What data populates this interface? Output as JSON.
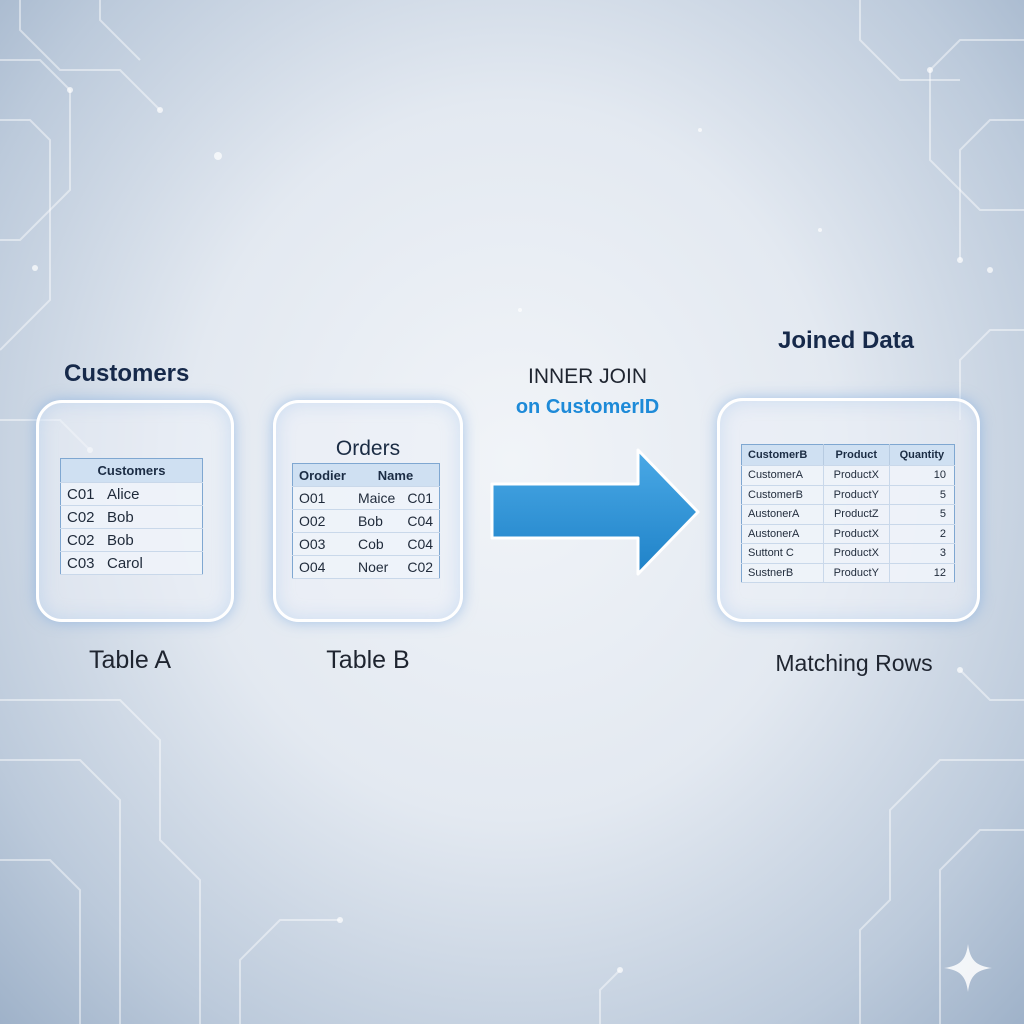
{
  "table_a": {
    "heading": "Customers",
    "header": "Customers",
    "rows": [
      {
        "id": "C01",
        "name": "Alice"
      },
      {
        "id": "C02",
        "name": "Bob"
      },
      {
        "id": "C02",
        "name": "Bob"
      },
      {
        "id": "C03",
        "name": "Carol"
      }
    ],
    "caption": "Table A"
  },
  "table_b": {
    "heading": "Orders",
    "headers": [
      "Orodier",
      "Name"
    ],
    "rows": [
      {
        "order": "O01",
        "name": "Maice",
        "cust": "C01"
      },
      {
        "order": "O02",
        "name": "Bob",
        "cust": "C04"
      },
      {
        "order": "O03",
        "name": "Cob",
        "cust": "C04"
      },
      {
        "order": "O04",
        "name": "Noer",
        "cust": "C02"
      }
    ],
    "caption": "Table B"
  },
  "join": {
    "title": "INNER JOIN",
    "condition": "on CustomerID",
    "arrow_color": "#2f97d8"
  },
  "result": {
    "heading": "Joined Data",
    "headers": [
      "CustomerB",
      "Product",
      "Quantity"
    ],
    "rows": [
      {
        "customer": "CustomerA",
        "product": "ProductX",
        "qty": "10"
      },
      {
        "customer": "CustomerB",
        "product": "ProductY",
        "qty": "5"
      },
      {
        "customer": "AustonerA",
        "product": "ProductZ",
        "qty": "5"
      },
      {
        "customer": "AustonerA",
        "product": "ProductX",
        "qty": "2"
      },
      {
        "customer": "Suttont C",
        "product": "ProductX",
        "qty": "3"
      },
      {
        "customer": "SustnerB",
        "product": "ProductY",
        "qty": "12"
      }
    ],
    "caption": "Matching Rows"
  },
  "colors": {
    "heading": "#16294a",
    "accent": "#1d8ad8",
    "table_border": "#7fa7d1",
    "table_header": "#cfe0f2"
  },
  "icons": {
    "corner": "sparkle-icon"
  }
}
